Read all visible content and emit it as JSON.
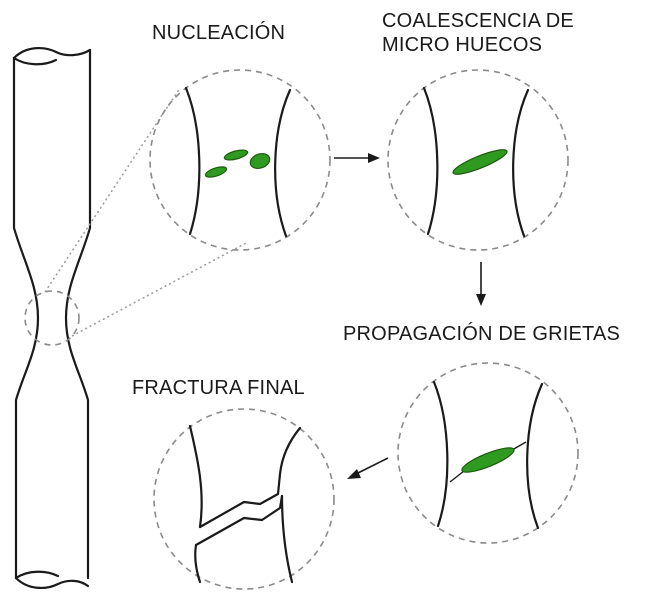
{
  "labels": {
    "nucleation": "NUCLEACIÓN",
    "coalescence_line1": "COALESCENCIA DE",
    "coalescence_line2": "MICRO HUECOS",
    "propagation": "PROPAGACIÓN DE GRIETAS",
    "final_fracture": "FRACTURA FINAL"
  },
  "colors": {
    "void_fill": "#2e9a20",
    "void_stroke": "#1f5a10",
    "line": "#1a1a1a",
    "dashed_circle": "#8a8a8a"
  }
}
